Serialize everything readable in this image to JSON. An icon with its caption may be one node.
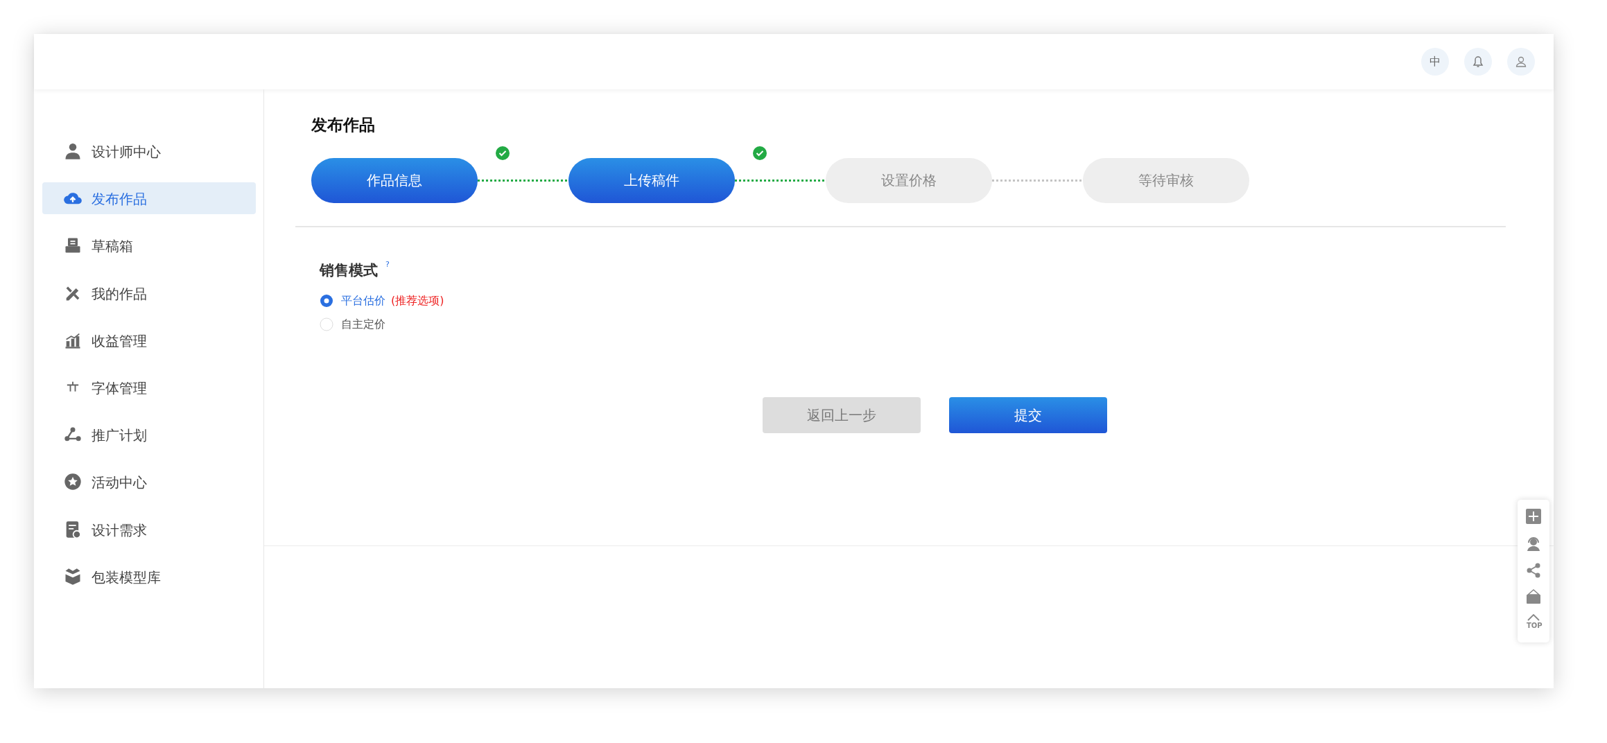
{
  "diagram": {
    "title": "发布作品",
    "nodes": [
      {
        "text": [
          "作品信息"
        ]
      },
      {
        "text": [
          "上传稿件"
        ]
      },
      {
        "text": [
          "设置价格"
        ]
      },
      {
        "text": [
          "等待审核"
        ]
      }
    ],
    "edges": [
      {
        "from": 0,
        "to": 1,
        "arrow": "none",
        "style": "dashed"
      },
      {
        "from": 1,
        "to": 2,
        "arrow": "none",
        "style": "dashed"
      },
      {
        "from": 2,
        "to": 3,
        "arrow": "none",
        "style": "dashed",
        "color": "#c4c4c4"
      }
    ],
    "labels": [
      "中",
      "设计师中心",
      "发布作品",
      "草稿箱",
      "我的作品",
      "收益管理",
      "字体管理",
      "推广计划",
      "活动中心",
      "设计需求",
      "包装模型库",
      "销售模式",
      "?",
      "平台估价",
      "(推荐选项)",
      "自主定价",
      "返回上一步",
      "提交",
      "TOP"
    ]
  }
}
